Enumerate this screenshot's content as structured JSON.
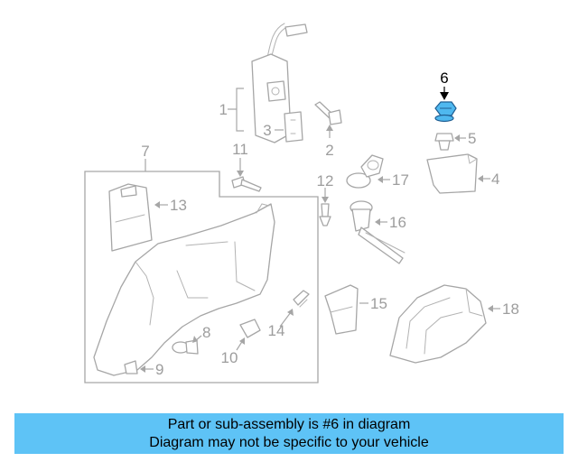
{
  "callouts": {
    "c1": "1",
    "c2": "2",
    "c3": "3",
    "c4": "4",
    "c5": "5",
    "c6": "6",
    "c7": "7",
    "c8": "8",
    "c9": "9",
    "c10": "10",
    "c11": "11",
    "c12": "12",
    "c13": "13",
    "c14": "14",
    "c15": "15",
    "c16": "16",
    "c17": "17",
    "c18": "18"
  },
  "highlighted_part": "6",
  "colors": {
    "highlight": "#4fb8ef",
    "banner": "#5ec3f6",
    "line": "#a6a6a6"
  },
  "banner": {
    "line1": "Part or sub-assembly is #6 in diagram",
    "line2": "Diagram may not be specific to your vehicle"
  }
}
